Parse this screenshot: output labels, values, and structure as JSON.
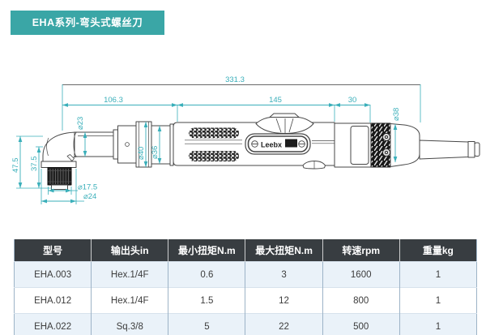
{
  "title": {
    "text": "EHA系列-弯头式螺丝刀"
  },
  "drawing": {
    "brand": "Leebx",
    "dims": {
      "total_length": "331.3",
      "front_length": "106.3",
      "body_length": "145",
      "rear_length": "30",
      "rear_dia": "⌀38",
      "neck_dia": "⌀23",
      "clamp_dia_outer": "⌀40",
      "clamp_dia_inner": "⌀36",
      "head_height": "47.5",
      "head_drop": "37.5",
      "bit_holder_dia": "⌀17.5",
      "flange_dia": "⌀24"
    },
    "colors": {
      "dimension": "#3aafba",
      "outline": "#474747",
      "accent_band": "#3aa6a6"
    }
  },
  "table": {
    "headers": [
      "型号",
      "输出头in",
      "最小扭矩N.m",
      "最大扭矩N.m",
      "转速rpm",
      "重量kg"
    ],
    "rows": [
      [
        "EHA.003",
        "Hex.1/4F",
        "0.6",
        "3",
        "1600",
        "1"
      ],
      [
        "EHA.012",
        "Hex.1/4F",
        "1.5",
        "12",
        "800",
        "1"
      ],
      [
        "EHA.022",
        "Sq.3/8",
        "5",
        "22",
        "500",
        "1"
      ]
    ]
  }
}
